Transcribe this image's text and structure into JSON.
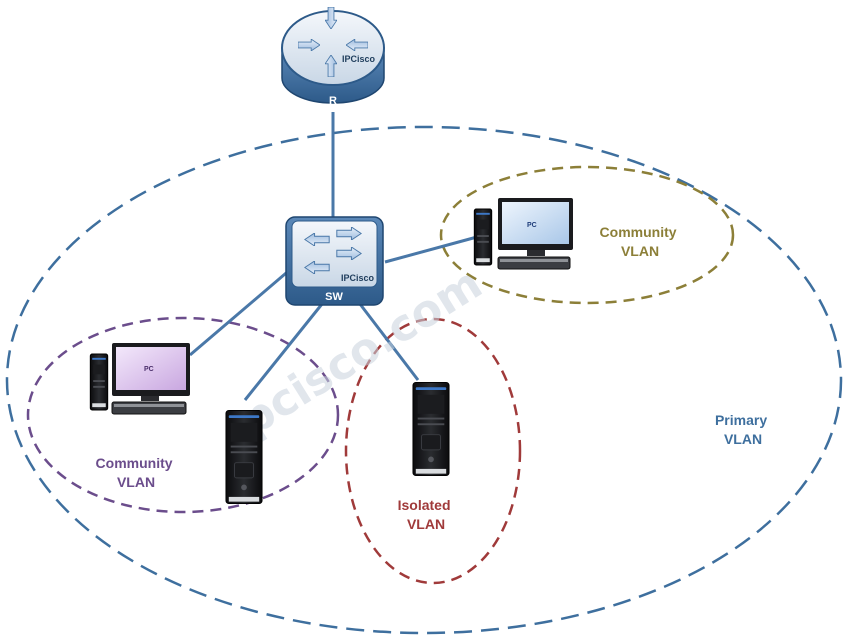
{
  "router": {
    "label": "R",
    "brand": "IPCisco"
  },
  "switch": {
    "label": "SW",
    "brand": "IPCisco"
  },
  "zones": {
    "primary": {
      "line1": "Primary",
      "line2": "VLAN",
      "color": "#3e6f9e"
    },
    "community_right": {
      "line1": "Community",
      "line2": "VLAN",
      "color": "#8c7f38"
    },
    "community_left": {
      "line1": "Community",
      "line2": "VLAN",
      "color": "#6b4d8c"
    },
    "isolated": {
      "line1": "Isolated",
      "line2": "VLAN",
      "color": "#a03a3a"
    }
  },
  "pcs": {
    "right_label": "PC",
    "left_label": "PC"
  },
  "watermark": "ipcisco.com",
  "colors": {
    "link": "#4a78a8",
    "device_blue": "#3d6fa3"
  }
}
